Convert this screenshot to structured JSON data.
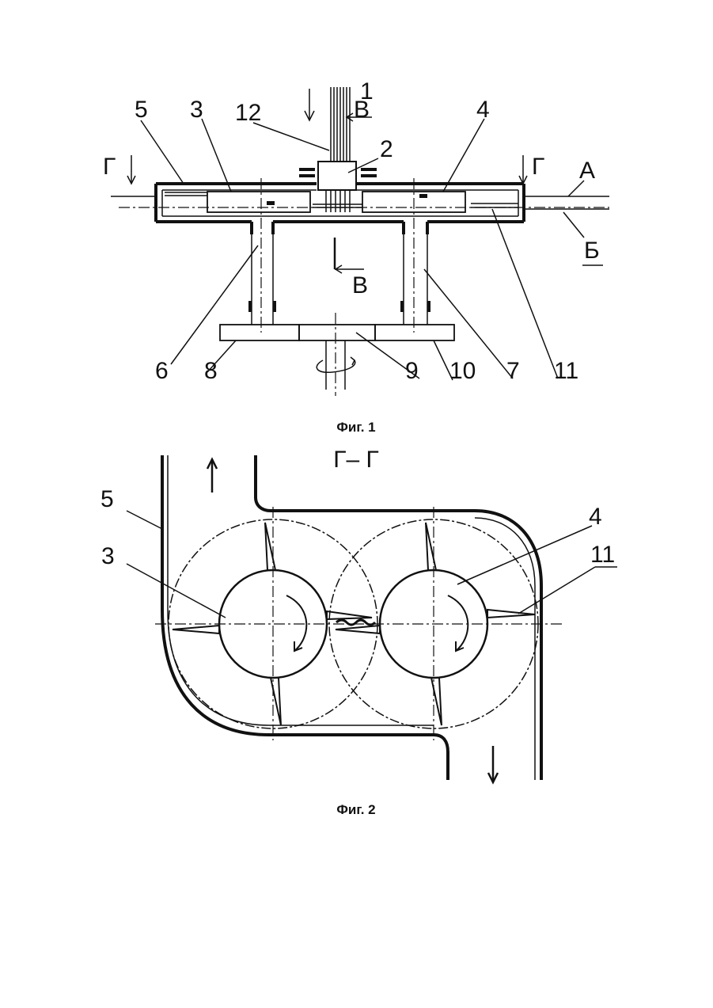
{
  "figure1": {
    "caption": "Фиг. 1",
    "labels": {
      "n1": "1",
      "n2": "2",
      "n3": "3",
      "n4": "4",
      "n5": "5",
      "n6": "6",
      "n7": "7",
      "n8": "8",
      "n9": "9",
      "n10": "10",
      "n11": "11",
      "n12": "12",
      "a": "А",
      "b": "Б",
      "v_top": "В",
      "v_mid": "В",
      "g_left": "Г",
      "g_right": "Г"
    }
  },
  "figure2": {
    "caption": "Фиг. 2",
    "section_title": "Г– Г",
    "labels": {
      "n3": "3",
      "n4": "4",
      "n5": "5",
      "n11": "11"
    }
  }
}
